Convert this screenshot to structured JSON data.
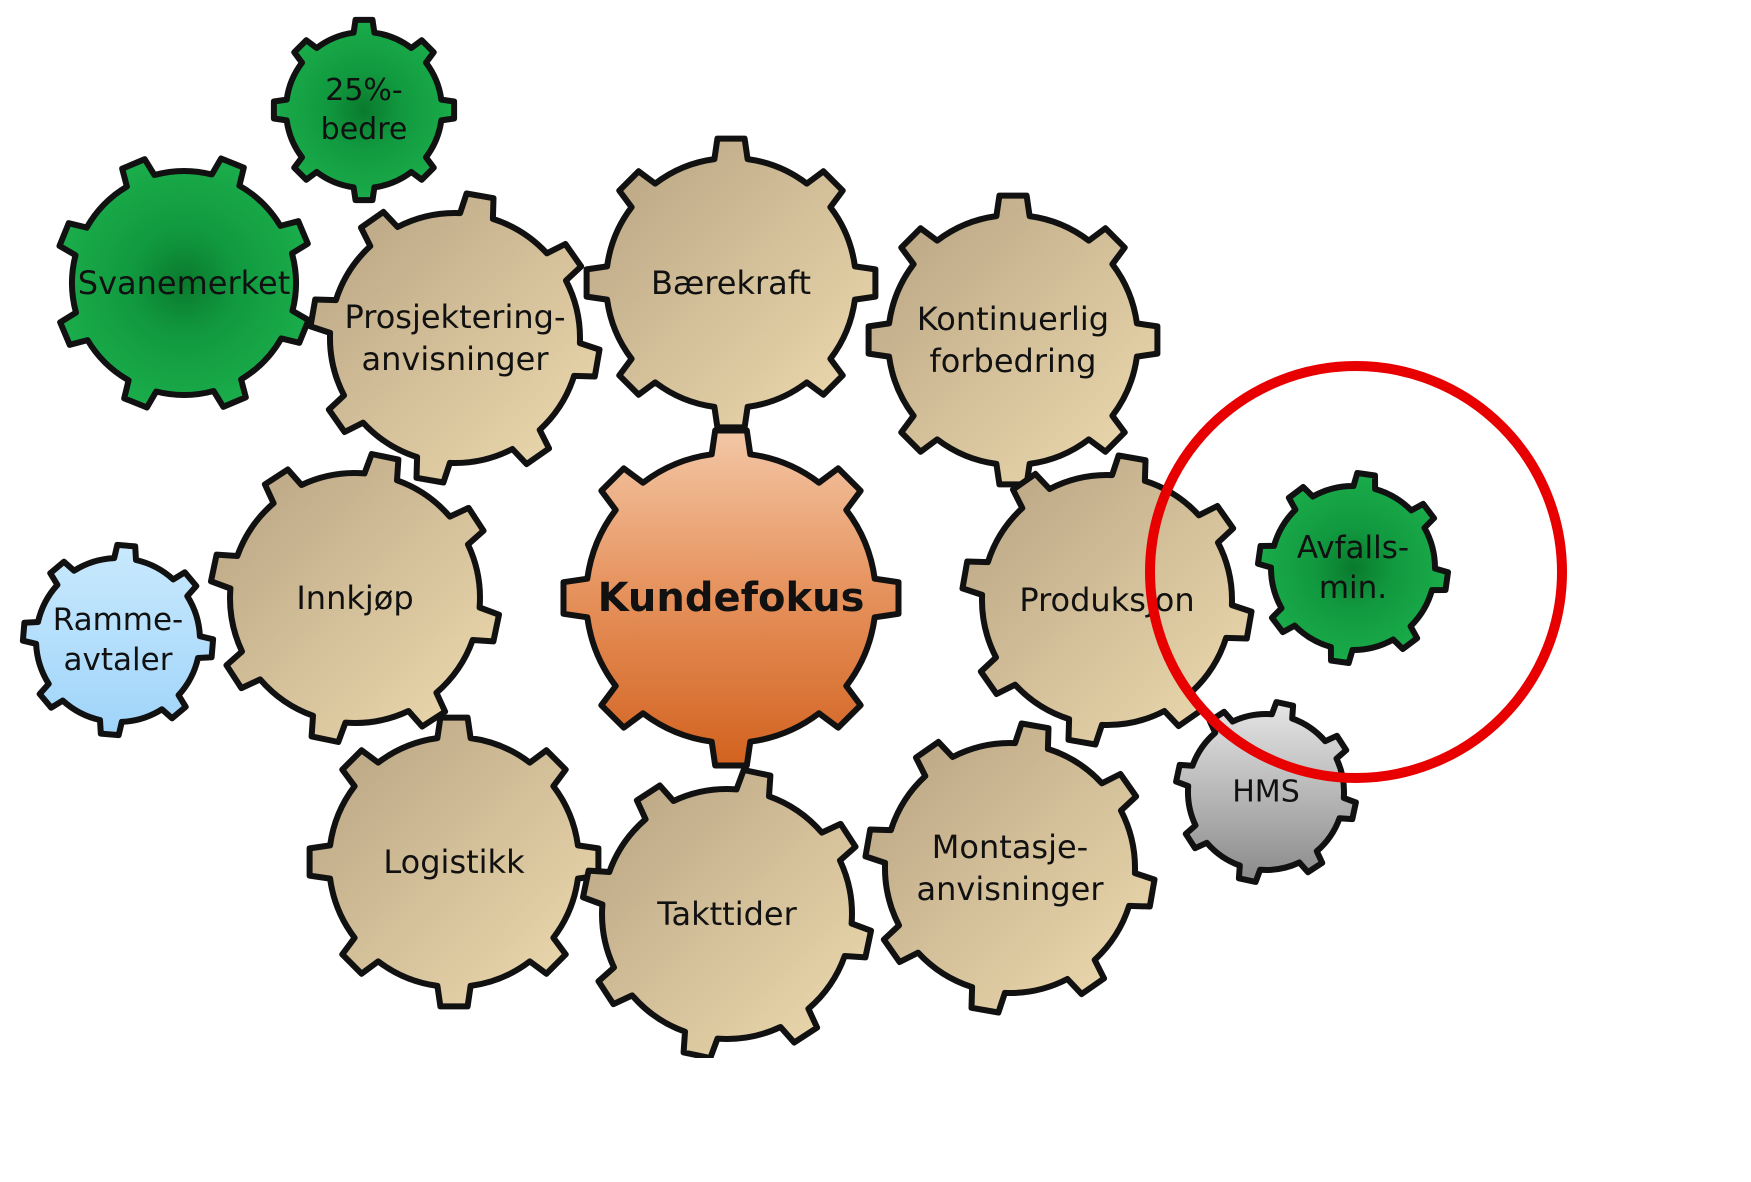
{
  "diagram": {
    "gears": [
      {
        "id": "25-bedre",
        "lines": [
          "25%-",
          "bedre"
        ],
        "style": "green"
      },
      {
        "id": "svanemerket",
        "lines": [
          "Svanemerket"
        ],
        "style": "green"
      },
      {
        "id": "prosjektering",
        "lines": [
          "Prosjektering-",
          "anvisninger"
        ],
        "style": "tan"
      },
      {
        "id": "baerekraft",
        "lines": [
          "Bærekraft"
        ],
        "style": "tan"
      },
      {
        "id": "kontinuerlig",
        "lines": [
          "Kontinuerlig",
          "forbedring"
        ],
        "style": "tan"
      },
      {
        "id": "ramme-avtaler",
        "lines": [
          "Ramme-",
          "avtaler"
        ],
        "style": "blue"
      },
      {
        "id": "innkjop",
        "lines": [
          "Innkjøp"
        ],
        "style": "tan"
      },
      {
        "id": "kundefokus",
        "lines": [
          "Kundefokus"
        ],
        "style": "orange"
      },
      {
        "id": "produksjon",
        "lines": [
          "Produksjon"
        ],
        "style": "tan"
      },
      {
        "id": "avfalls-min",
        "lines": [
          "Avfalls-",
          "min."
        ],
        "style": "green"
      },
      {
        "id": "hms",
        "lines": [
          "HMS"
        ],
        "style": "gray"
      },
      {
        "id": "logistikk",
        "lines": [
          "Logistikk"
        ],
        "style": "tan"
      },
      {
        "id": "takttider",
        "lines": [
          "Takttider"
        ],
        "style": "tan"
      },
      {
        "id": "montasje",
        "lines": [
          "Montasje-",
          "anvisninger"
        ],
        "style": "tan"
      }
    ],
    "highlight": {
      "target": "avfalls-min",
      "color": "#e80000"
    }
  },
  "colors": {
    "tan": [
      "#b8a584",
      "#ecd8ad"
    ],
    "green": [
      "#0c8a35",
      "#1fb14f"
    ],
    "orange": [
      "#d86b2b",
      "#f1c2a0"
    ],
    "blue": [
      "#a6d8fb",
      "#d6eefe"
    ],
    "gray": [
      "#8c8c8c",
      "#e2e2e2"
    ],
    "outline": "#111111"
  }
}
